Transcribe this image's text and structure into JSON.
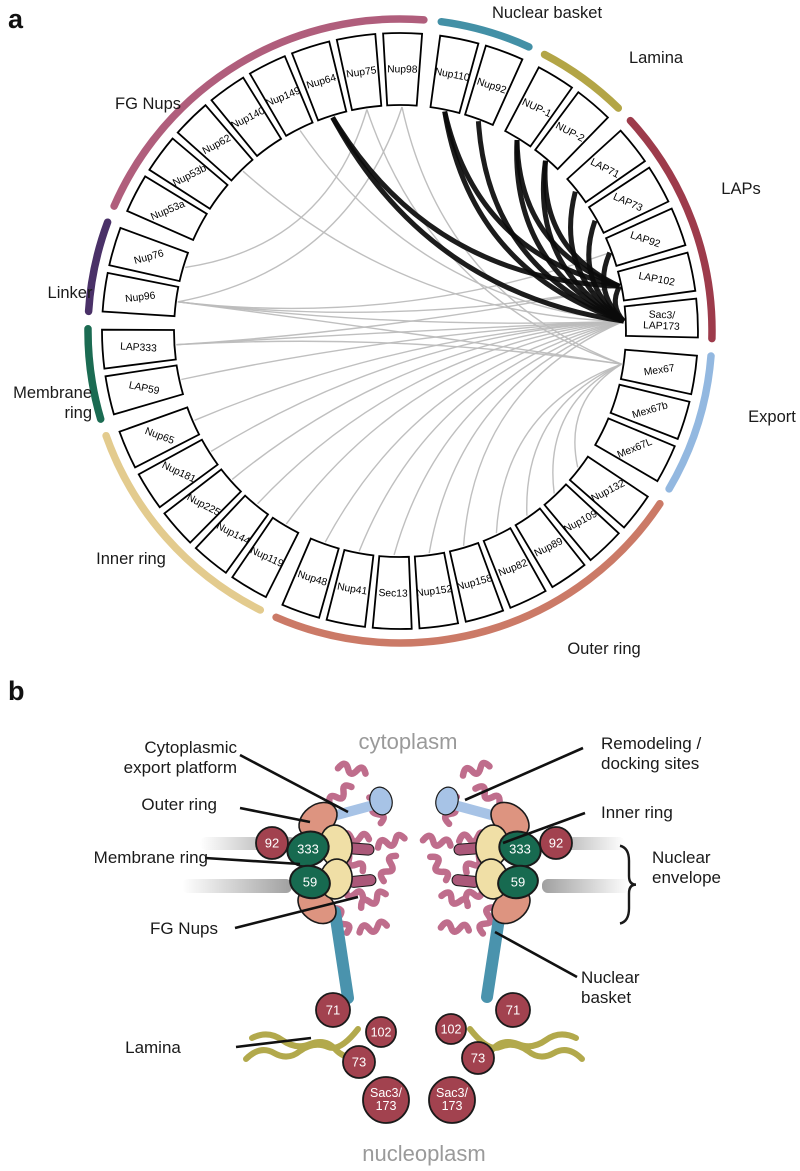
{
  "panel_a": {
    "panel_label": "a",
    "chart_data": {
      "type": "circos",
      "title": "",
      "categories": [
        {
          "name": "Nuclear basket",
          "color": "#4390a6",
          "segments": [
            "Nup110",
            "Nup92"
          ]
        },
        {
          "name": "Lamina",
          "color": "#b3a546",
          "segments": [
            "NUP-1",
            "NUP-2"
          ]
        },
        {
          "name": "LAPs",
          "color": "#9d3b4b",
          "segments": [
            "LAP71",
            "LAP73",
            "LAP92",
            "LAP102",
            "Sac3/LAP173"
          ]
        },
        {
          "name": "Export",
          "color": "#93b8e0",
          "segments": [
            "Mex67",
            "Mex67b",
            "Mex67L"
          ]
        },
        {
          "name": "Outer ring",
          "color": "#cb7a67",
          "segments": [
            "Nup132",
            "Nup109",
            "Nup89",
            "Nup82",
            "Nup158",
            "Nup152",
            "Sec13",
            "Nup41",
            "Nup48"
          ]
        },
        {
          "name": "Inner ring",
          "color": "#e3cb8e",
          "segments": [
            "Nup119",
            "Nup144",
            "Nup225",
            "Nup181",
            "Nup65"
          ]
        },
        {
          "name": "Membrane ring",
          "color": "#1b6b52",
          "segments": [
            "LAP59",
            "LAP333"
          ]
        },
        {
          "name": "Linker",
          "color": "#4a3168",
          "segments": [
            "Nup96",
            "Nup76"
          ]
        },
        {
          "name": "FG Nups",
          "color": "#b05e7c",
          "segments": [
            "Nup53a",
            "Nup53b",
            "Nup62",
            "Nup140",
            "Nup149",
            "Nup64",
            "Nup75",
            "Nup98"
          ]
        }
      ],
      "links_black": [
        [
          "Nup64",
          "LAP102"
        ],
        [
          "Nup64",
          "Sac3/LAP173"
        ],
        [
          "Nup110",
          "LAP102"
        ],
        [
          "Nup110",
          "Sac3/LAP173"
        ],
        [
          "Nup92",
          "Sac3/LAP173"
        ],
        [
          "NUP-1",
          "LAP102"
        ],
        [
          "NUP-1",
          "Sac3/LAP173"
        ],
        [
          "NUP-2",
          "LAP102"
        ],
        [
          "NUP-2",
          "Sac3/LAP173"
        ],
        [
          "LAP71",
          "Sac3/LAP173"
        ],
        [
          "LAP73",
          "Sac3/LAP173"
        ],
        [
          "LAP92",
          "Sac3/LAP173"
        ],
        [
          "LAP102",
          "Sac3/LAP173"
        ]
      ],
      "links_gray": [
        [
          "Nup75",
          "Nup76"
        ],
        [
          "Nup75",
          "Mex67"
        ],
        [
          "Nup98",
          "Nup96"
        ],
        [
          "Nup98",
          "Mex67"
        ],
        [
          "Nup149",
          "Sac3/LAP173"
        ],
        [
          "Nup62",
          "Sac3/LAP173"
        ],
        [
          "Sac3/LAP173",
          "Nup96"
        ],
        [
          "Sac3/LAP173",
          "LAP333"
        ],
        [
          "Sac3/LAP173",
          "LAP59"
        ],
        [
          "Sac3/LAP173",
          "Nup65"
        ],
        [
          "Sac3/LAP173",
          "Nup181"
        ],
        [
          "Sac3/LAP173",
          "Nup225"
        ],
        [
          "Sac3/LAP173",
          "Nup144"
        ],
        [
          "Sac3/LAP173",
          "Nup119"
        ],
        [
          "Sac3/LAP173",
          "Nup48"
        ],
        [
          "Sac3/LAP173",
          "Nup41"
        ],
        [
          "Sac3/LAP173",
          "Sec13"
        ],
        [
          "Sac3/LAP173",
          "Nup152"
        ],
        [
          "Sac3/LAP173",
          "Nup158"
        ],
        [
          "Mex67",
          "Nup82"
        ],
        [
          "Mex67",
          "Nup89"
        ],
        [
          "Mex67",
          "Nup109"
        ],
        [
          "Mex67",
          "Nup132"
        ],
        [
          "Mex67",
          "LAP333"
        ],
        [
          "Mex67",
          "Nup96"
        ],
        [
          "LAP102",
          "LAP333"
        ],
        [
          "LAP102",
          "Nup96"
        ],
        [
          "LAP92",
          "Nup96"
        ]
      ],
      "link_colors": {
        "strong": "#0b0b0b",
        "weak": "#bcbcbc"
      }
    }
  },
  "panel_b": {
    "panel_label": "b",
    "compartments": {
      "top": "cytoplasm",
      "bottom": "nucleoplasm"
    },
    "callouts": {
      "cytoplasmic_export_platform": [
        "Cytoplasmic",
        "export platform"
      ],
      "outer_ring": "Outer ring",
      "membrane_ring": "Membrane ring",
      "fg_nups": "FG Nups",
      "remodeling_docking": [
        "Remodeling /",
        "docking sites"
      ],
      "inner_ring": "Inner ring",
      "nuclear_envelope": [
        "Nuclear",
        "envelope"
      ],
      "nuclear_basket": [
        "Nuclear",
        "basket"
      ],
      "lamina": "Lamina"
    },
    "molecules": {
      "ring_92": "92",
      "ring_333": "333",
      "ring_59": "59",
      "basket_71": "71",
      "basket_102": "102",
      "basket_73": "73",
      "basket_sac3": [
        "Sac3/",
        "173"
      ]
    },
    "colors": {
      "salmon": "#dd9480",
      "cream": "#f0dfa6",
      "green": "#176a50",
      "maroon": "#a2424f",
      "blue": "#a7c3e6",
      "teal": "#4a93ad",
      "pink": "#bf6d8c",
      "pink_rod": "#ab5879",
      "olive": "#b2a94c",
      "gray_text": "#9a9a9a",
      "envelope_gray": "#8f8f8f"
    }
  }
}
